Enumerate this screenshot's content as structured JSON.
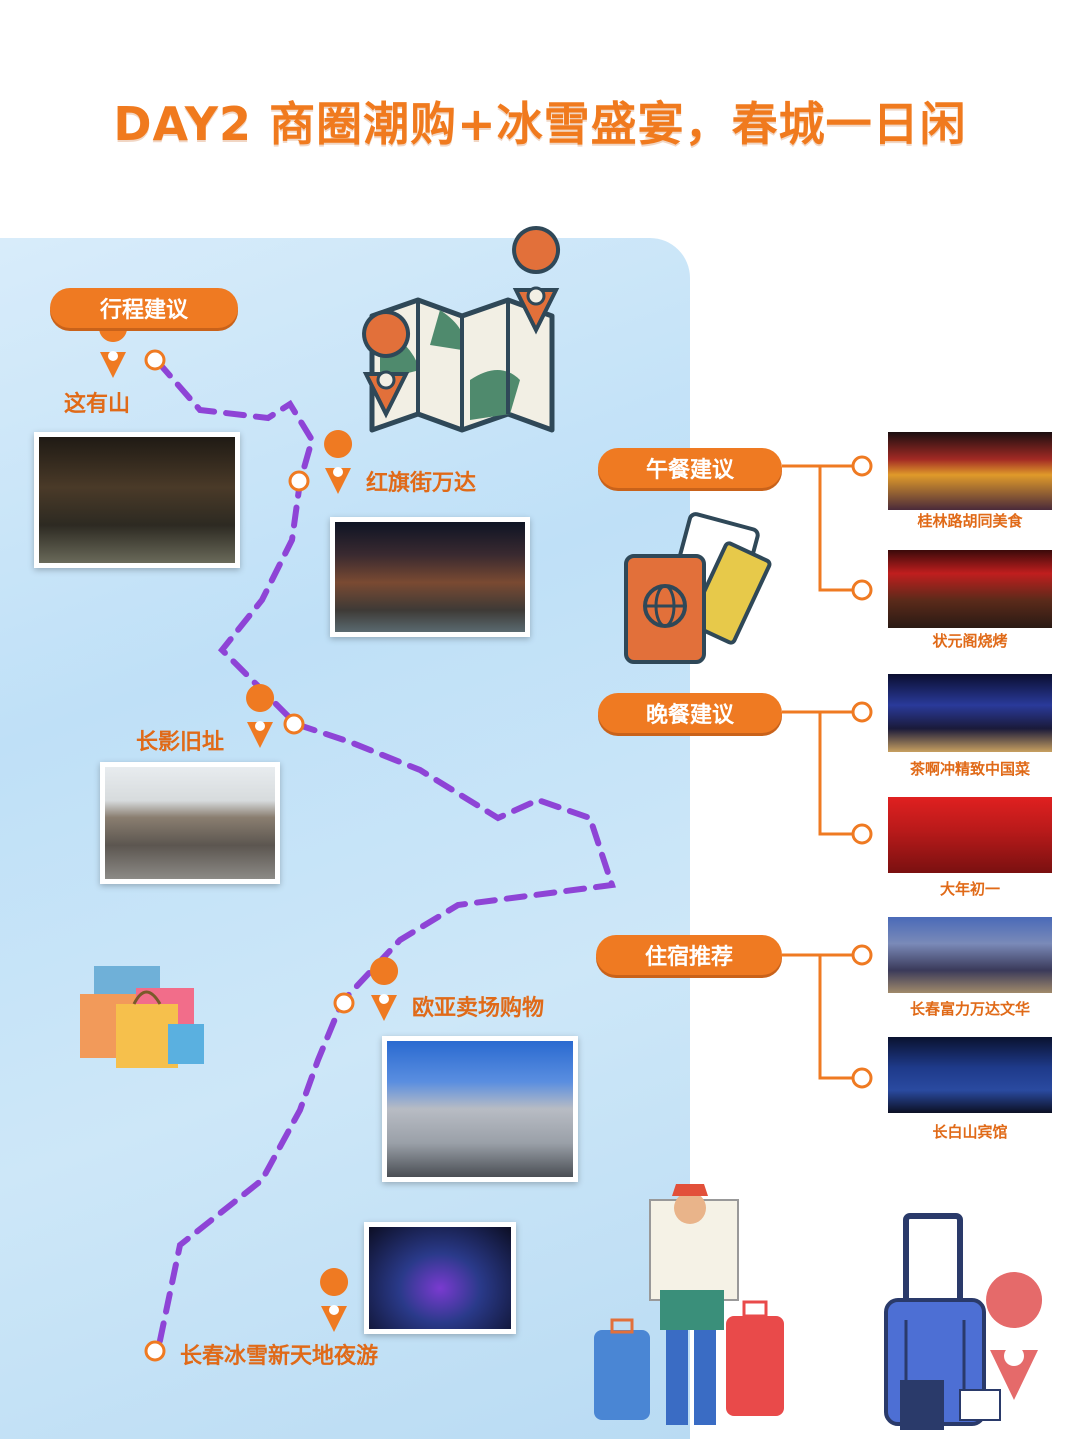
{
  "title": "DAY2 商圈潮购+冰雪盛宴，春城一日闲",
  "itinerary": {
    "heading": "行程建议",
    "stops": [
      "这有山",
      "红旗街万达",
      "长影旧址",
      "欧亚卖场购物",
      "长春冰雪新天地夜游"
    ]
  },
  "lunch": {
    "heading": "午餐建议",
    "options": [
      "桂林路胡同美食",
      "状元阁烧烤"
    ]
  },
  "dinner": {
    "heading": "晚餐建议",
    "options": [
      "茶啊冲精致中国菜",
      "大年初一"
    ]
  },
  "hotel": {
    "heading": "住宿推荐",
    "options": [
      "长春富力万达文华",
      "长白山宾馆"
    ]
  },
  "colors": {
    "accent": "#ef7a22",
    "route": "#8e44d6",
    "map_bg": "#cde7f8"
  },
  "icons": [
    "map-icon",
    "passport-icon",
    "shopping-bags-icon",
    "traveler-icon",
    "luggage-icon",
    "location-pin-icon"
  ]
}
